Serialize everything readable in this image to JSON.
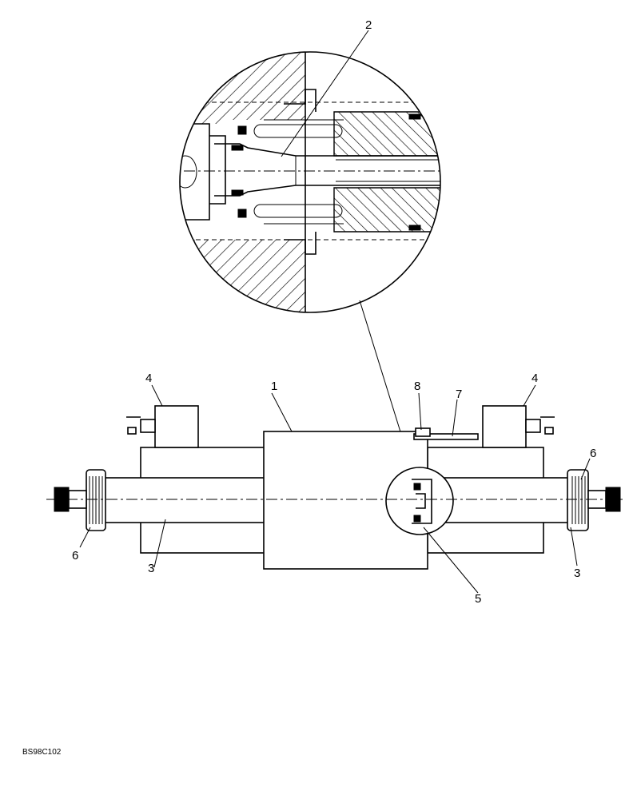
{
  "figure": {
    "reference_code": "BS98C102",
    "callouts": {
      "body": "1",
      "detail_part": "2",
      "tube_left": "3",
      "tube_right": "3",
      "solenoid_left": "4",
      "solenoid_right": "4",
      "detail_ring": "5",
      "nut_left": "6",
      "nut_right": "6",
      "plate": "7",
      "screw": "8"
    }
  }
}
